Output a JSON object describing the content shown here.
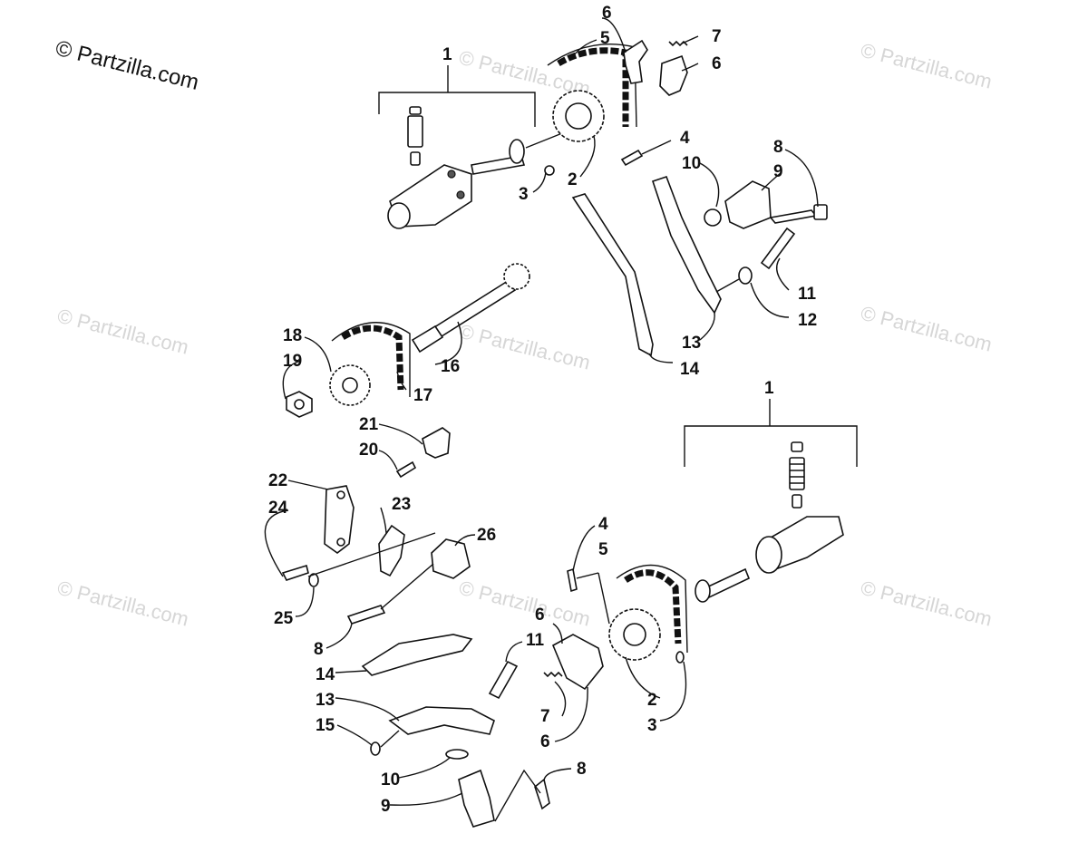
{
  "copyright": "© Partzilla.com",
  "watermark": "© Partzilla.com",
  "callouts": {
    "c1a": "1",
    "c2a": "2",
    "c3a": "3",
    "c4a": "4",
    "c5a": "5",
    "c6a": "6",
    "c6b": "6",
    "c7a": "7",
    "c8a": "8",
    "c9a": "9",
    "c10a": "10",
    "c11a": "11",
    "c12a": "12",
    "c13a": "13",
    "c14a": "14",
    "c16": "16",
    "c17": "17",
    "c18": "18",
    "c19": "19",
    "c20": "20",
    "c21": "21",
    "c22": "22",
    "c23": "23",
    "c24": "24",
    "c25": "25",
    "c26": "26",
    "c1b": "1",
    "c4b": "4",
    "c5b": "5",
    "c6c": "6",
    "c6d": "6",
    "c7b": "7",
    "c2b": "2",
    "c3b": "3",
    "c11b": "11",
    "c8b": "8",
    "c14b": "14",
    "c13b": "13",
    "c15": "15",
    "c10b": "10",
    "c9b": "9",
    "c8c": "8"
  }
}
